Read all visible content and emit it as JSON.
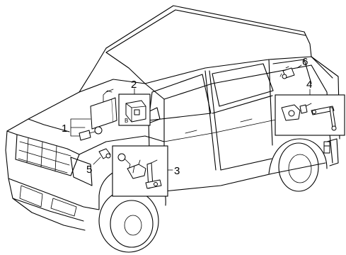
{
  "diagram": {
    "callouts": [
      {
        "id": "1",
        "text": "1"
      },
      {
        "id": "2",
        "text": "2"
      },
      {
        "id": "3",
        "text": "3"
      },
      {
        "id": "4",
        "text": "4"
      },
      {
        "id": "5",
        "text": "5"
      },
      {
        "id": "6",
        "text": "6"
      }
    ],
    "parts": [
      {
        "callout": "1",
        "icon": "control-module-with-bracket-icon"
      },
      {
        "callout": "2",
        "icon": "relay-bracket-icon"
      },
      {
        "callout": "3",
        "icon": "front-height-sensor-icon"
      },
      {
        "callout": "4",
        "icon": "rear-height-sensor-link-icon"
      },
      {
        "callout": "5",
        "icon": "connector-icon"
      },
      {
        "callout": "6",
        "icon": "bulb-socket-icon"
      }
    ]
  }
}
